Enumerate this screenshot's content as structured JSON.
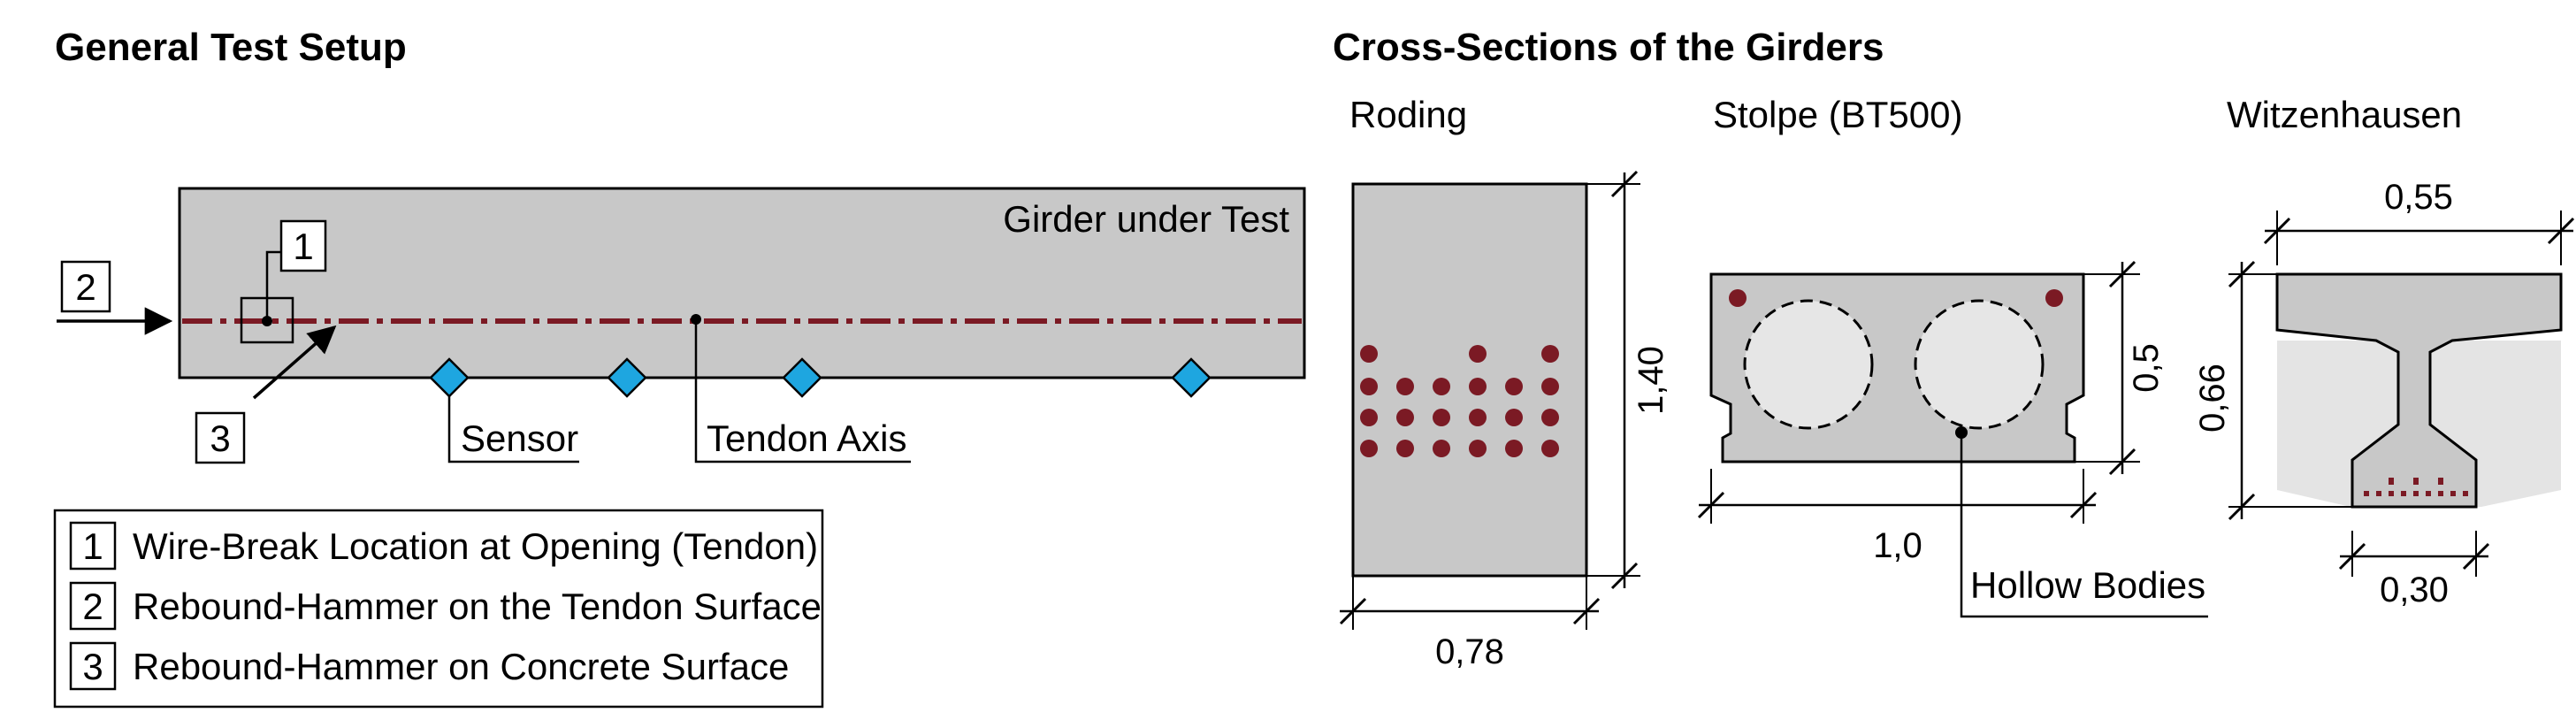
{
  "left_panel": {
    "title": "General Test Setup",
    "girder_label": "Girder under Test",
    "sensor_label": "Sensor",
    "tendon_axis_label": "Tendon Axis",
    "callout_1": "1",
    "callout_2": "2",
    "callout_3": "3",
    "legend": [
      {
        "number": "1",
        "text": "Wire-Break Location at Opening (Tendon)"
      },
      {
        "number": "2",
        "text": "Rebound-Hammer on the Tendon Surface"
      },
      {
        "number": "3",
        "text": "Rebound-Hammer on Concrete Surface"
      }
    ]
  },
  "right_panel": {
    "title": "Cross-Sections of the Girders",
    "sections": [
      {
        "name": "Roding",
        "width": "0,78",
        "height": "1,40"
      },
      {
        "name": "Stolpe (BT500)",
        "width": "1,0",
        "height": "0,5",
        "annotation": "Hollow Bodies"
      },
      {
        "name": "Witzenhausen",
        "top_width": "0,55",
        "bottom_width": "0,30",
        "height": "0,66"
      }
    ]
  },
  "colors": {
    "concrete": "#c8c8c8",
    "concrete_light": "#e4e4e4",
    "tendon": "#7b1a24",
    "sensor": "#1ea6e0",
    "line": "#000000"
  }
}
